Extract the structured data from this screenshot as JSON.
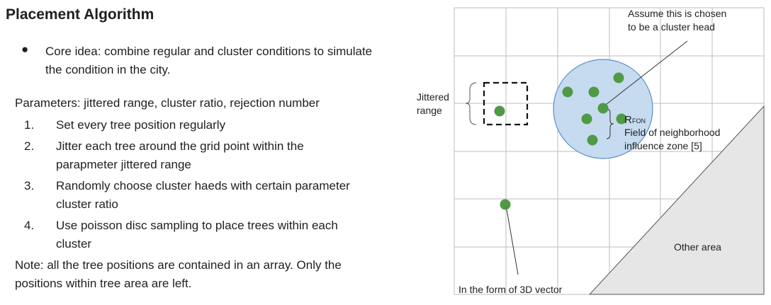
{
  "title": "Placement Algorithm",
  "core_idea": {
    "bullet": "●",
    "text": "Core idea: combine regular and cluster conditions to simulate the condition in the city."
  },
  "parameters": "Parameters: jittered range, cluster ratio, rejection number",
  "steps": [
    {
      "num": "1.",
      "text": "Set every tree position regularly"
    },
    {
      "num": "2.",
      "text": "Jitter each tree around the grid point within the parapmeter jittered range"
    },
    {
      "num": "3.",
      "text": "Randomly choose cluster haeds with certain parameter cluster ratio"
    },
    {
      "num": "4.",
      "text": "Use poisson disc sampling to place trees within each cluster"
    }
  ],
  "note": "Note: all the tree positions are contained in an array. Only the positions within tree area are left.",
  "diagram": {
    "jittered_line1": "Jittered",
    "jittered_line2": "range",
    "cluster_head_line1": "Assume this is chosen",
    "cluster_head_line2": "to be a cluster head",
    "rfon_main": "R",
    "rfon_sub": "FON",
    "fon_line1": "Field of neighborhood",
    "fon_line2": "influence zone [5]",
    "other_area": "Other area",
    "vector_label": "In the form of 3D vector",
    "colors": {
      "tree": "#4f9a45",
      "circle_fill": "#c6dbef",
      "circle_stroke": "#5b8fcc",
      "grid": "#bdbdbd",
      "other_area_fill": "#e6e6e6"
    }
  }
}
